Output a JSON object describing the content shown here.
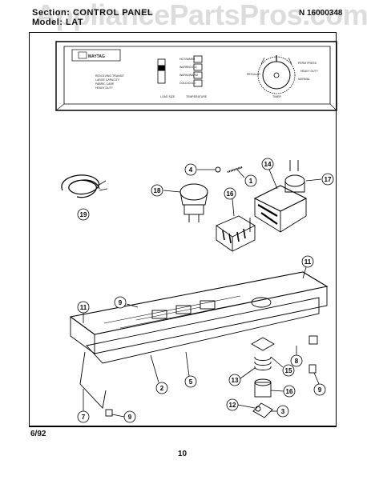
{
  "watermark": "AppliancePartsPros.com",
  "header": {
    "section": "Section: CONTROL PANEL",
    "model": "Model: LAT",
    "pn": "N 16000348"
  },
  "footer": {
    "date": "6/92",
    "page": "10"
  },
  "panel": {
    "brand": "MAYTAG",
    "left_text": [
      "REVOLVING TRANSIT",
      "LARGE CAPACITY",
      "FABRIC CARE",
      "HEAVY DUTY"
    ],
    "level_label": "LOAD SIZE",
    "temp_label": "TEMPERATURE",
    "temp_buttons": [
      "HOT/WARM",
      "WARM/COLD",
      "WARM/WARM",
      "COLD/COLD"
    ],
    "dial_label": "TIMER",
    "right_text": [
      "PERM PRESS",
      "HEAVY DUTY",
      "REGULAR",
      "NORMAL"
    ]
  },
  "callouts": [
    "4",
    "1",
    "14",
    "17",
    "18",
    "16",
    "19",
    "11",
    "9",
    "11",
    "2",
    "5",
    "8",
    "15",
    "13",
    "9",
    "16",
    "12",
    "3",
    "7",
    "9"
  ]
}
